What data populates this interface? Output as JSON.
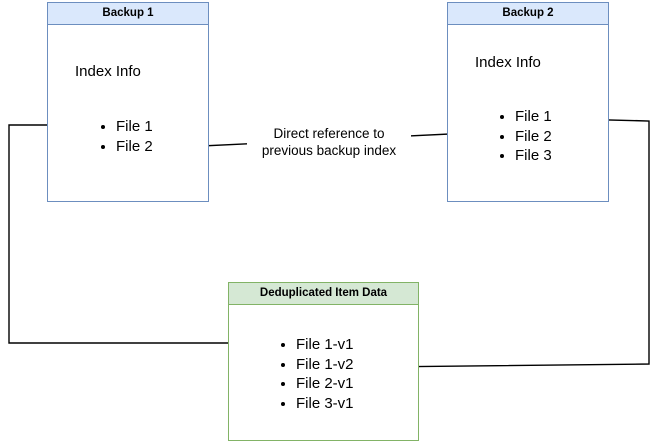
{
  "backup1": {
    "title": "Backup 1",
    "index_label": "Index Info",
    "files": [
      "File 1",
      "File 2"
    ]
  },
  "backup2": {
    "title": "Backup 2",
    "index_label": "Index Info",
    "files": [
      "File 1",
      "File 2",
      "File 3"
    ]
  },
  "dedup": {
    "title": "Deduplicated Item Data",
    "items": [
      "File 1-v1",
      "File 1-v2",
      "File 2-v1",
      "File 3-v1"
    ]
  },
  "reference_note": {
    "line1": "Direct reference to",
    "line2": "previous backup index"
  },
  "colors": {
    "backup_fill": "#dae8fc",
    "backup_stroke": "#6c8ebf",
    "dedup_fill": "#d5e8d4",
    "dedup_stroke": "#82b366"
  }
}
